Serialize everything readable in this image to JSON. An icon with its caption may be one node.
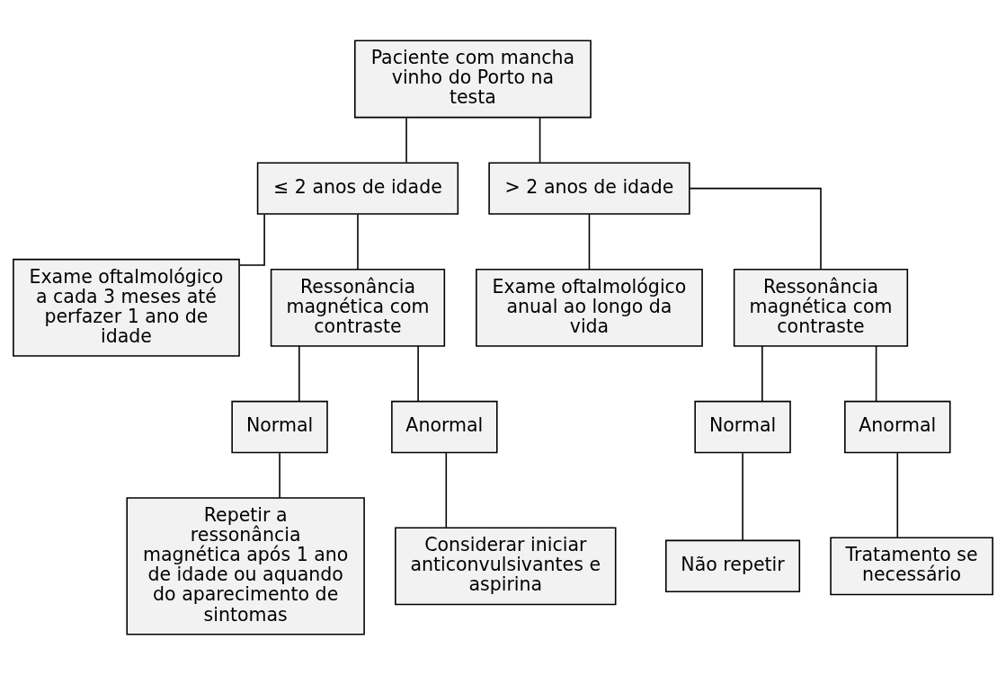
{
  "diagram": {
    "nodes": [
      {
        "text": [
          "Paciente com mancha vinho do Porto na testa"
        ]
      },
      {
        "text": [
          "≤ 2 anos de idade"
        ]
      },
      {
        "text": [
          "> 2 anos de idade"
        ]
      },
      {
        "text": [
          "Exame oftalmológico a cada 3 meses até perfazer 1 ano de idade"
        ]
      },
      {
        "text": [
          "Ressonância magnética com contraste"
        ]
      },
      {
        "text": [
          "Exame oftalmológico anual ao longo da vida"
        ]
      },
      {
        "text": [
          "Ressonância magnética com contraste"
        ]
      },
      {
        "text": [
          "Normal"
        ]
      },
      {
        "text": [
          "Anormal"
        ]
      },
      {
        "text": [
          "Normal"
        ]
      },
      {
        "text": [
          "Anormal"
        ]
      },
      {
        "text": [
          "Repetir a ressonância magnética após 1 ano de idade ou aquando do aparecimento de sintomas"
        ]
      },
      {
        "text": [
          "Considerar iniciar anticonvulsivantes e aspirina"
        ]
      },
      {
        "text": [
          "Não repetir"
        ]
      },
      {
        "text": [
          "Tratamento se necessário"
        ]
      }
    ],
    "edges": [
      {
        "from": 0,
        "to": 1,
        "arrow": "none"
      },
      {
        "from": 0,
        "to": 2,
        "arrow": "none"
      },
      {
        "from": 1,
        "to": 3,
        "arrow": "none"
      },
      {
        "from": 1,
        "to": 4,
        "arrow": "none"
      },
      {
        "from": 2,
        "to": 5,
        "arrow": "none"
      },
      {
        "from": 2,
        "to": 6,
        "arrow": "none"
      },
      {
        "from": 4,
        "to": 7,
        "arrow": "none"
      },
      {
        "from": 4,
        "to": 8,
        "arrow": "none"
      },
      {
        "from": 6,
        "to": 9,
        "arrow": "none"
      },
      {
        "from": 6,
        "to": 10,
        "arrow": "none"
      },
      {
        "from": 7,
        "to": 11,
        "arrow": "none"
      },
      {
        "from": 8,
        "to": 12,
        "arrow": "none"
      },
      {
        "from": 9,
        "to": 13,
        "arrow": "none"
      },
      {
        "from": 10,
        "to": 14,
        "arrow": "none"
      }
    ]
  }
}
